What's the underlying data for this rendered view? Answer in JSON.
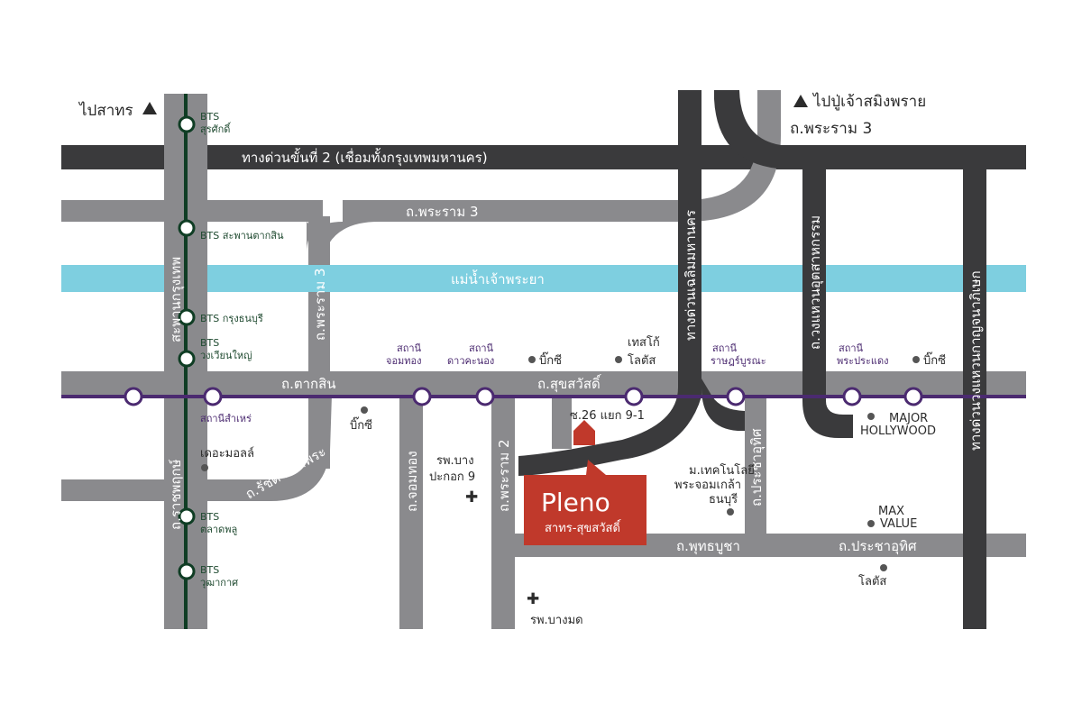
{
  "directions": {
    "sathorn": "ไปสาทร",
    "pu_chao": "ไปปู่เจ้าสมิงพราย"
  },
  "roads": {
    "expressway2": "ทางด่วนขั้นที่ 2 (เชื่อมทั้งกรุงเทพมหานคร)",
    "rama3_top": "ถ.พระราม 3",
    "rama3_mid": "ถ.พระราม 3",
    "rama3_vert": "ถ.พระราม 3",
    "river": "แม่น้ำเจ้าพระยา",
    "taksin": "ถ.ตากสิน",
    "suksawat": "ถ.สุขสวัสดิ์",
    "ratchada": "ถ.รัชดา-ท่าพระ",
    "chomthong": "ถ.จอมทอง",
    "rama2": "ถ.พระราม 2",
    "ratchaphruek": "ถ.ราชพฤกษ์",
    "saphan_krungthep": "สะพานกรุงเทพ",
    "chalerm_expressway": "ทางด่วนเฉลิมมหานคร",
    "industrial_ring": "ถ.วงแหวนอุตสาหกรรม",
    "kanchanaphisek": "ทางด่วนวงแหวนกาญจนาภิเษก",
    "pracha_uthit_v": "ถ.ประชาอุทิศ",
    "phutthabucha": "ถ.พุทธบูชา",
    "pracha_uthit_h": "ถ.ประชาอุทิศ"
  },
  "bts_stations": {
    "surasak_1": "BTS",
    "surasak_2": "สุรศักดิ์",
    "saphan_taksin": "BTS สะพานตากสิน",
    "krung_thon": "BTS กรุงธนบุรี",
    "wongwian_1": "BTS",
    "wongwian_2": "วงเวียนใหญ่",
    "talat_phlu_1": "BTS",
    "talat_phlu_2": "ตลาดพลู",
    "wutthakat_1": "BTS",
    "wutthakat_2": "วุฒากาศ"
  },
  "purple_stations": {
    "samre": "สถานีสำเหร่",
    "chomthong_1": "สถานี",
    "chomthong_2": "จอมทอง",
    "dao_khanong_1": "สถานี",
    "dao_khanong_2": "ดาวคะนอง",
    "rat_burana_1": "สถานี",
    "rat_burana_2": "ราษฎร์บูรณะ",
    "pra_pradaeng_1": "สถานี",
    "pra_pradaeng_2": "พระประแดง"
  },
  "places": {
    "bigc_1": "บิ๊กซี",
    "bigc_2": "บิ๊กซี",
    "bigc_3": "บิ๊กซี",
    "tesco_1": "เทสโก้",
    "tesco_2": "โลตัส",
    "soi26": "ซ.26 แยก 9-1",
    "the_mall": "เดอะมอลล์",
    "hosp_bangpakok_1": "รพ.บาง",
    "hosp_bangpakok_2": "ปะกอก 9",
    "hosp_bangmod": "รพ.บางมด",
    "kmutt_1": "ม.เทคโนโลยี",
    "kmutt_2": "พระจอมเกล้า",
    "kmutt_3": "ธนบุรี",
    "major_1": "MAJOR",
    "major_2": "HOLLYWOOD",
    "max_1": "MAX",
    "max_2": "VALUE",
    "lotus": "โลตัส"
  },
  "project": {
    "logo": "Pleno",
    "subtitle": "สาทร-สุขสวัสดิ์",
    "box_color": "#c0392b"
  },
  "colors": {
    "expressway": "#3a3a3c",
    "road": "#8a8a8d",
    "river": "#7ecfe0",
    "bts_line": "#0f3d24",
    "mrt_line": "#4b2a70"
  }
}
